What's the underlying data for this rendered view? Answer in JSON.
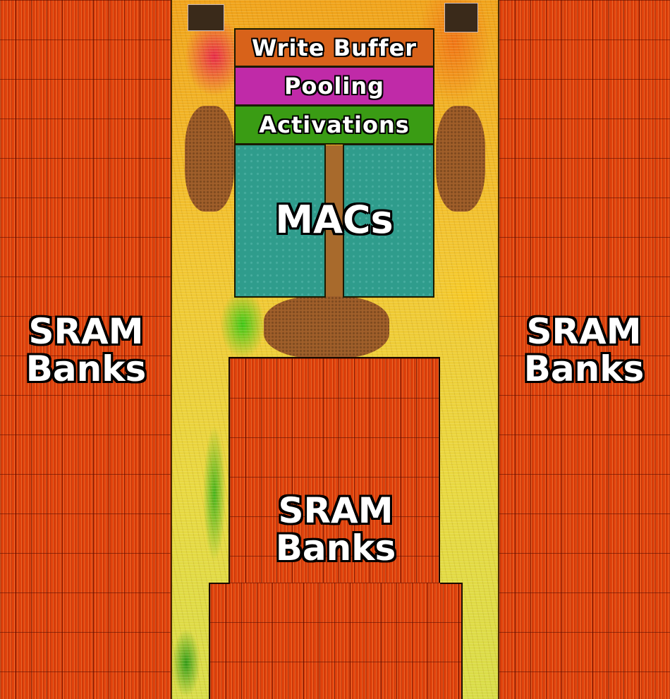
{
  "diagram": {
    "blocks": {
      "write_buffer": "Write Buffer",
      "pooling": "Pooling",
      "activations": "Activations",
      "macs": "MACs"
    },
    "sram": {
      "left": {
        "line1": "SRAM",
        "line2": "Banks"
      },
      "right": {
        "line1": "SRAM",
        "line2": "Banks"
      },
      "center": {
        "line1": "SRAM",
        "line2": "Banks"
      }
    },
    "colors": {
      "sram": "#e0420c",
      "write_buffer": "#d8621a",
      "pooling": "#c02aa8",
      "activations": "#3a9c14",
      "macs": "#2f9c8c",
      "logic": "#f2c430"
    }
  }
}
